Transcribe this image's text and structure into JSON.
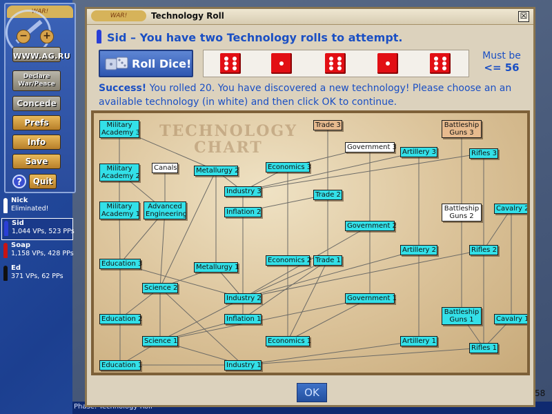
{
  "sidebar": {
    "banner": "WAR!",
    "watermark": "WWW.AG.RU",
    "zoom_out": "−",
    "zoom_in": "+",
    "buttons": {
      "declare": "Declare War/Peace",
      "concede": "Concede",
      "prefs": "Prefs",
      "info": "Info",
      "save": "Save",
      "quit": "Quit"
    },
    "help": "?"
  },
  "players": [
    {
      "name": "Nick",
      "status": "Eliminated!",
      "color": "#ffffff"
    },
    {
      "name": "Sid",
      "status": "1,044 VPs, 523 PPs",
      "color": "#2a3fd6",
      "selected": true
    },
    {
      "name": "Soap",
      "status": "1,158 VPs, 428 PPs",
      "color": "#c81414"
    },
    {
      "name": "Ed",
      "status": "371 VPs, 62 PPs",
      "color": "#111111"
    }
  ],
  "dialog": {
    "title": "Technology Roll",
    "close": "☒",
    "banner": "WAR!",
    "player": "Sid",
    "message": "– You have two Technology rolls to attempt.",
    "roll_button": "Roll Dice!",
    "dice": [
      6,
      1,
      6,
      1,
      6
    ],
    "must_be_label": "Must be",
    "must_be_value": "<= 56",
    "success_head": "Success!",
    "success_text": " You rolled 20. You have discovered a new technology! Please choose an an available technology (in white) and then click OK to continue.",
    "ok": "OK"
  },
  "chart": {
    "title_line1": "TECHNOLOGY",
    "title_line2": "CHART",
    "colors": {
      "researched": "#33e0e8",
      "available": "#ffffff",
      "locked": "#e7ba8e"
    },
    "nodes": {
      "ma3": {
        "label": "Military Academy 3",
        "state": "researched"
      },
      "ma2": {
        "label": "Military Academy 2",
        "state": "researched"
      },
      "ma1": {
        "label": "Military Academy 1",
        "state": "researched"
      },
      "canals": {
        "label": "Canals",
        "state": "available"
      },
      "adv": {
        "label": "Advanced Engineering",
        "state": "researched"
      },
      "met2": {
        "label": "Metallurgy 2",
        "state": "researched"
      },
      "met1": {
        "label": "Metallurgy 1",
        "state": "researched"
      },
      "ind3": {
        "label": "Industry 3",
        "state": "researched"
      },
      "ind2": {
        "label": "Industry 2",
        "state": "researched"
      },
      "ind1": {
        "label": "Industry 1",
        "state": "researched"
      },
      "inf2": {
        "label": "Inflation 2",
        "state": "researched"
      },
      "inf1": {
        "label": "Inflation 1",
        "state": "researched"
      },
      "eco3": {
        "label": "Economics 3",
        "state": "researched"
      },
      "eco2": {
        "label": "Economics 2",
        "state": "researched"
      },
      "eco1": {
        "label": "Economics 1",
        "state": "researched"
      },
      "tr3": {
        "label": "Trade 3",
        "state": "locked"
      },
      "tr2": {
        "label": "Trade 2",
        "state": "researched"
      },
      "tr1": {
        "label": "Trade 1",
        "state": "researched"
      },
      "gov3": {
        "label": "Government 3",
        "state": "available"
      },
      "gov2": {
        "label": "Government 2",
        "state": "researched"
      },
      "gov1": {
        "label": "Government 1",
        "state": "researched"
      },
      "art3": {
        "label": "Artillery 3",
        "state": "researched"
      },
      "art2": {
        "label": "Artillery 2",
        "state": "researched"
      },
      "art1": {
        "label": "Artillery 1",
        "state": "researched"
      },
      "bg3": {
        "label": "Battleship Guns 3",
        "state": "locked"
      },
      "bg2": {
        "label": "Battleship Guns 2",
        "state": "available"
      },
      "bg1": {
        "label": "Battleship Guns 1",
        "state": "researched"
      },
      "rif3": {
        "label": "Rifles 3",
        "state": "researched"
      },
      "rif2": {
        "label": "Rifles 2",
        "state": "researched"
      },
      "rif1": {
        "label": "Rifles 1",
        "state": "researched"
      },
      "cav2": {
        "label": "Cavalry 2",
        "state": "researched"
      },
      "cav1": {
        "label": "Cavalry 1",
        "state": "researched"
      },
      "edu3": {
        "label": "Education 3",
        "state": "researched"
      },
      "edu2": {
        "label": "Education 2",
        "state": "researched"
      },
      "edu1": {
        "label": "Education 1",
        "state": "researched"
      },
      "sci2": {
        "label": "Science 2",
        "state": "researched"
      },
      "sci1": {
        "label": "Science 1",
        "state": "researched"
      }
    }
  },
  "status": {
    "phase": "Phase: Technology Roll",
    "turn": "58"
  }
}
